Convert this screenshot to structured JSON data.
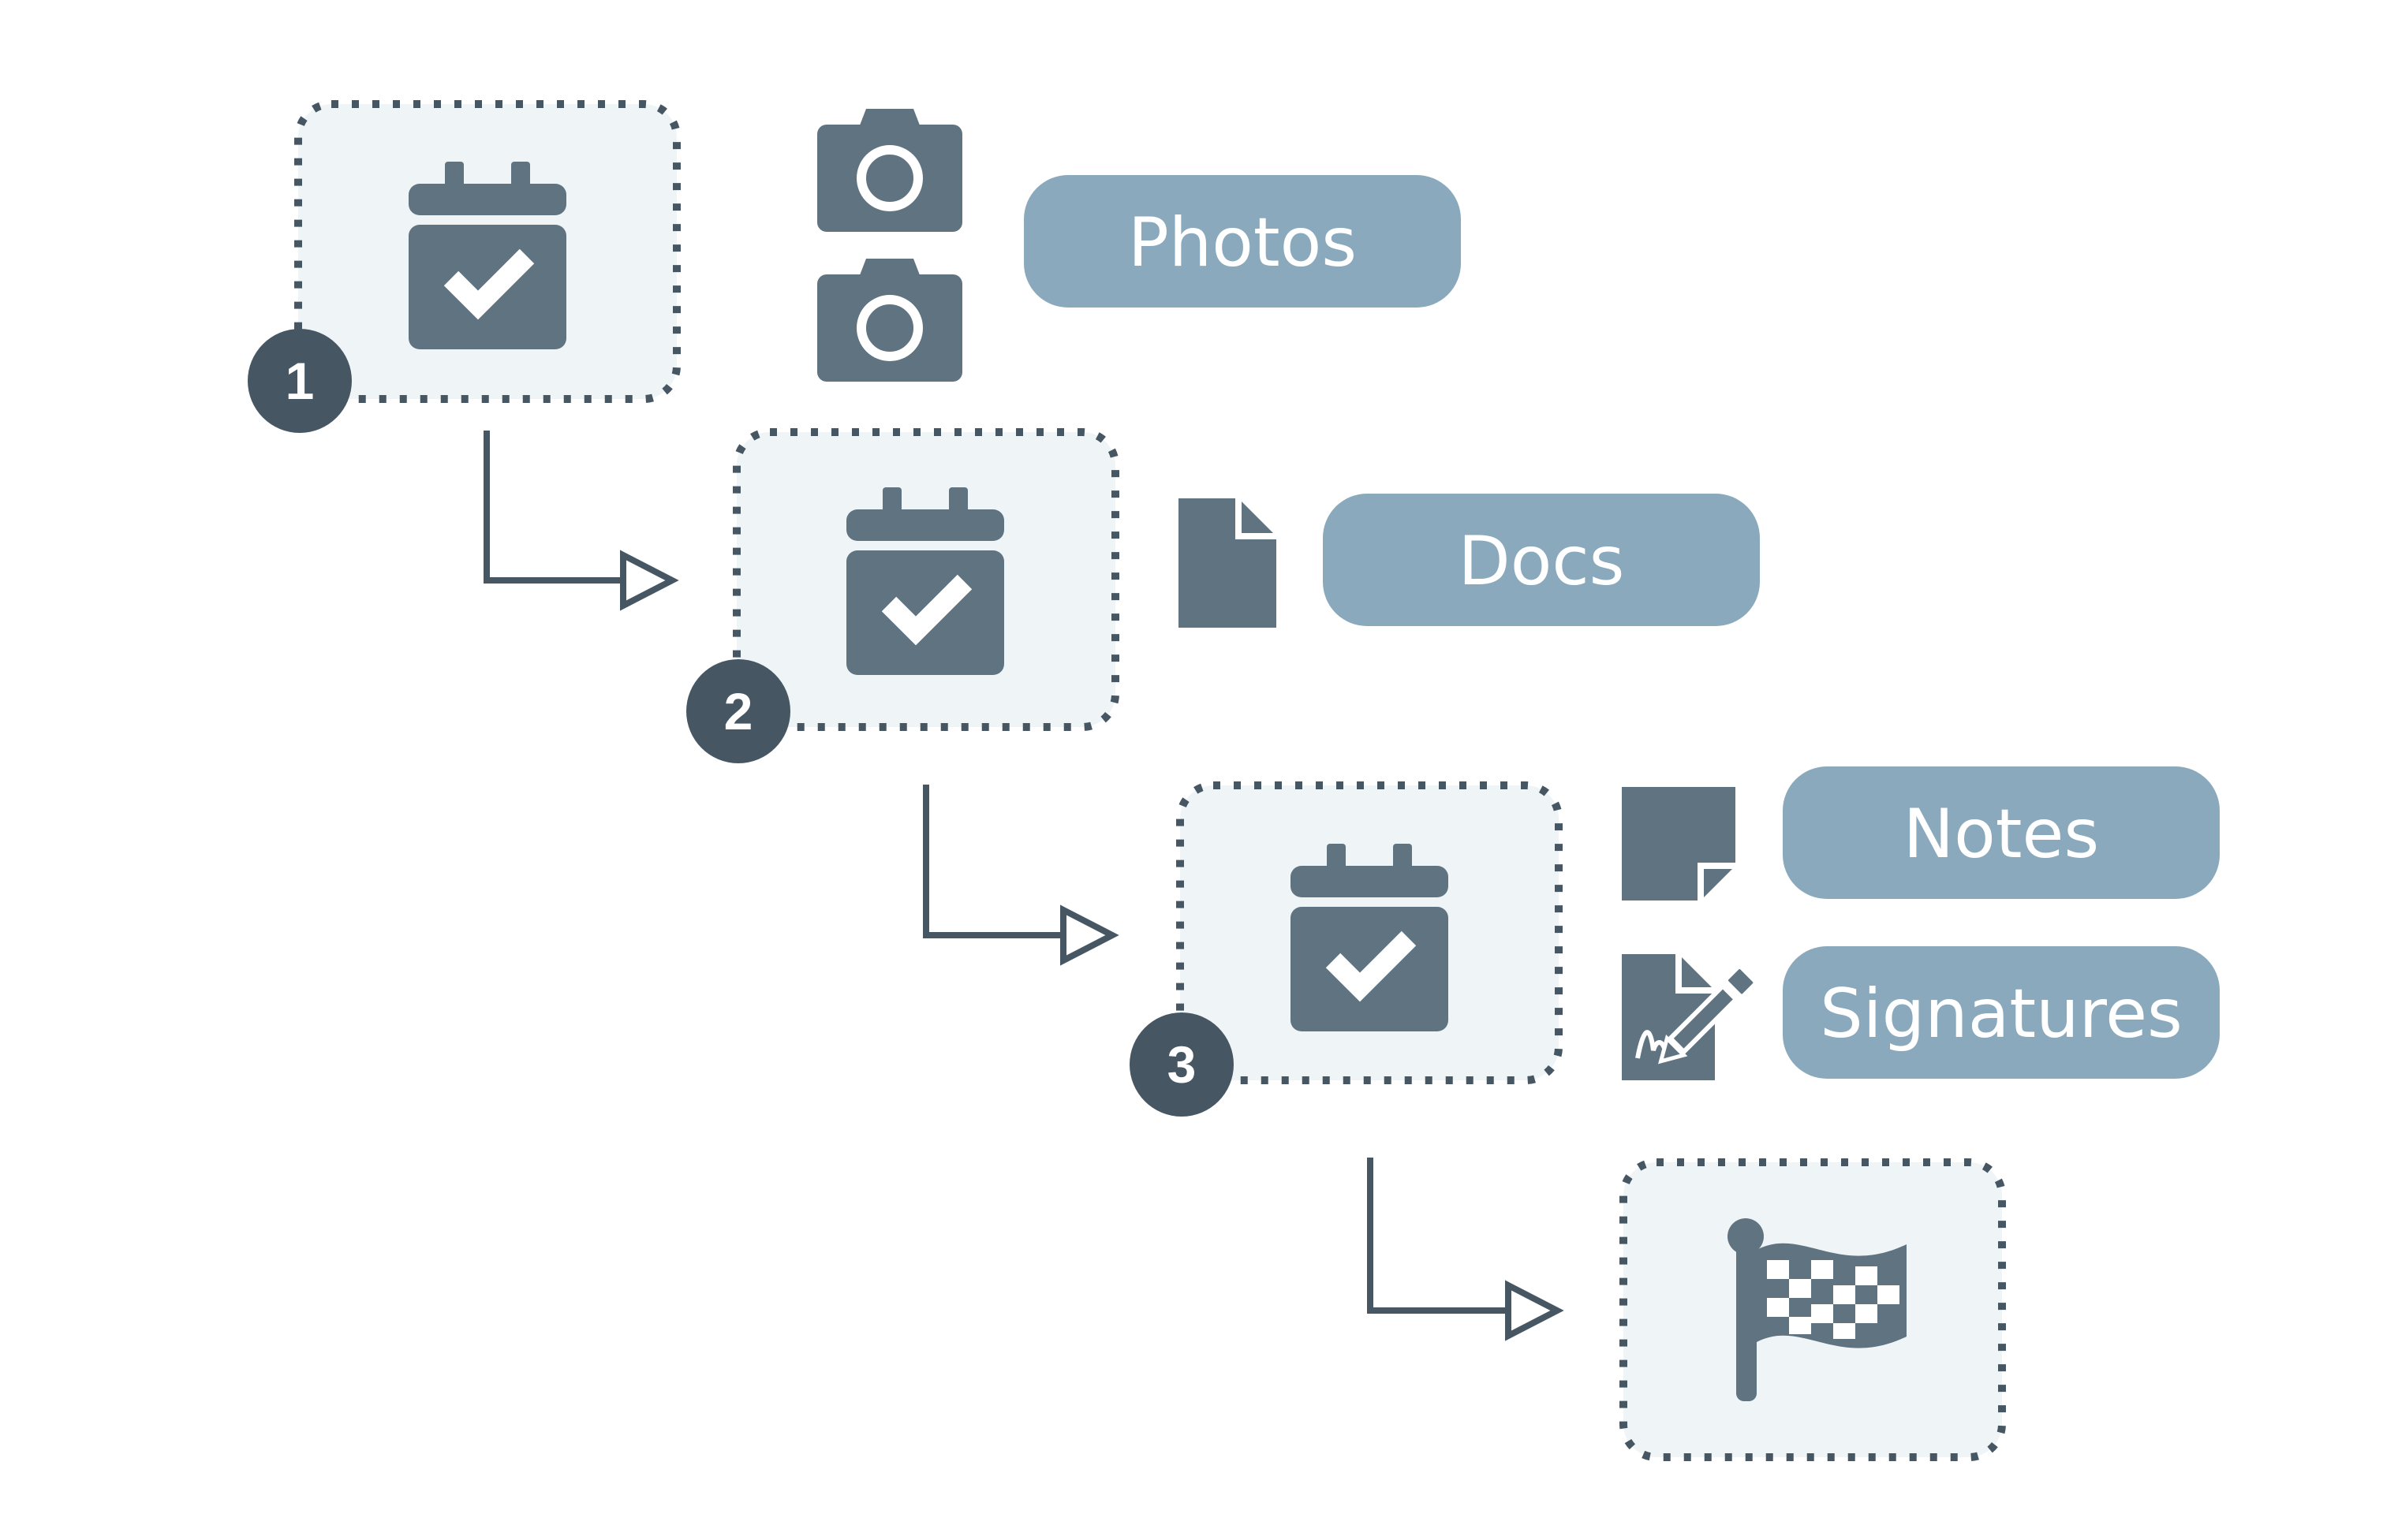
{
  "colors": {
    "icon": "#5f7381",
    "dark": "#465763",
    "pill": "#8aa9bc",
    "box_fill": "#eff4f7",
    "white": "#ffffff"
  },
  "steps": [
    {
      "badge": "1",
      "icon": "calendar-check-icon"
    },
    {
      "badge": "2",
      "icon": "calendar-check-icon"
    },
    {
      "badge": "3",
      "icon": "calendar-check-icon"
    }
  ],
  "finish": {
    "icon": "checkered-flag-icon"
  },
  "labels": {
    "photos": "Photos",
    "docs": "Docs",
    "notes": "Notes",
    "signatures": "Signatures"
  },
  "side_icons": {
    "photos": [
      "camera-icon",
      "camera-icon"
    ],
    "docs": [
      "document-icon"
    ],
    "notes": [
      "sticky-note-icon"
    ],
    "signatures": [
      "signed-document-icon"
    ]
  }
}
